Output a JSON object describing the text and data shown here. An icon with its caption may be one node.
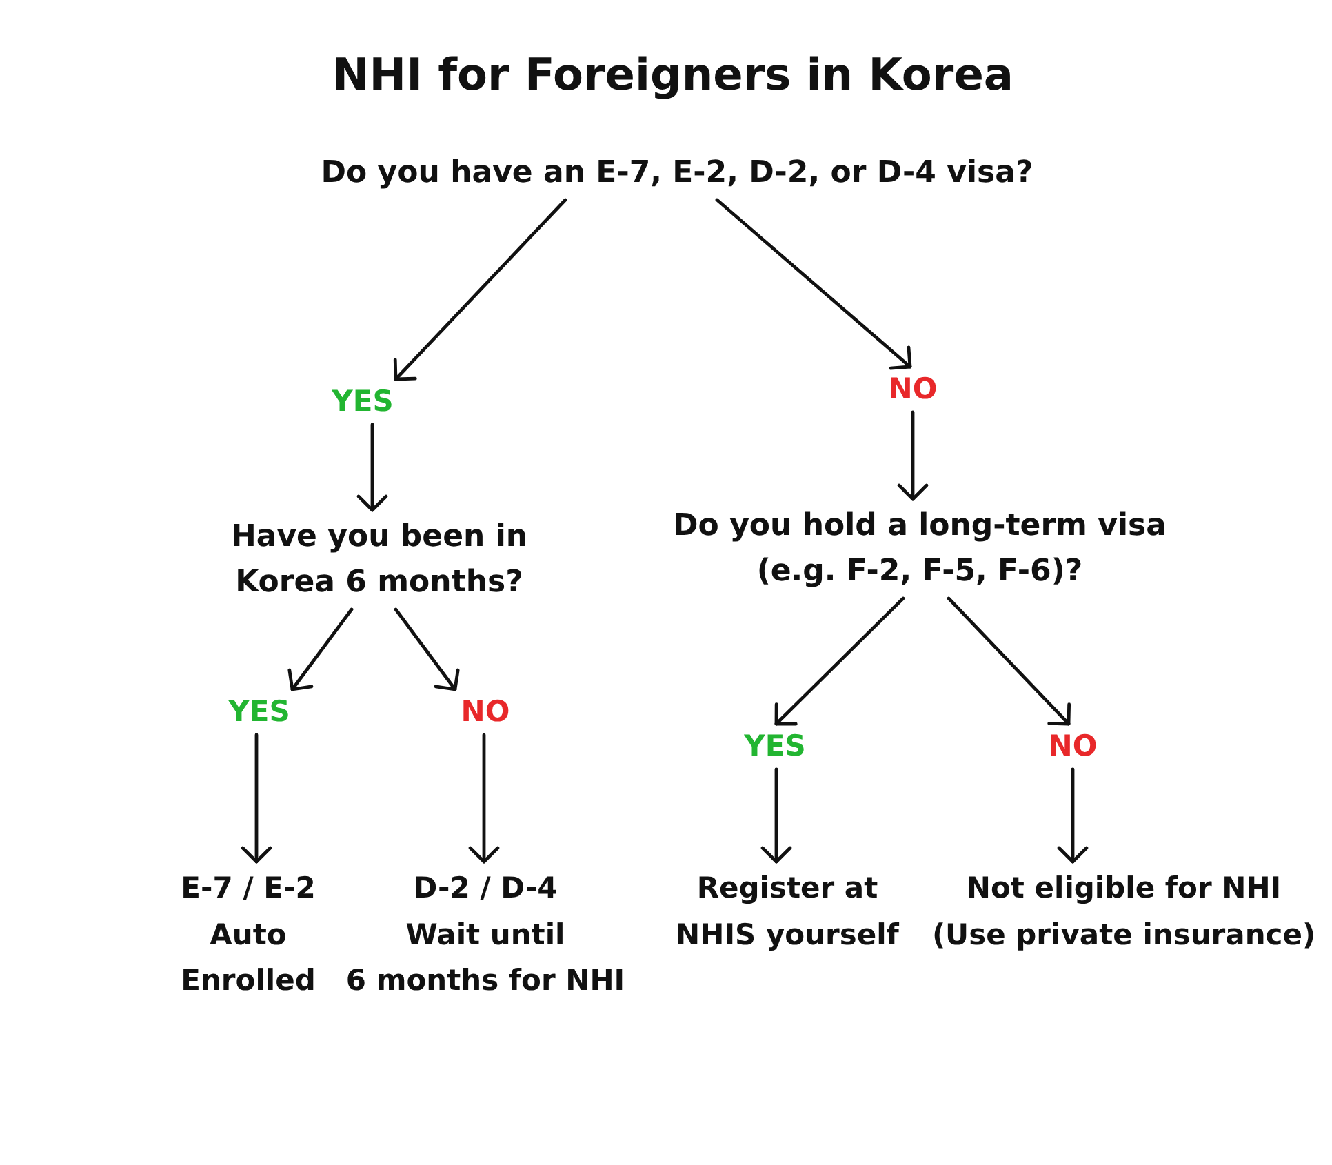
{
  "diagram": {
    "title": "NHI for Foreigners in Korea",
    "nodes": [
      {
        "text": [
          "Do you have an E-7, E-2, D-2, or D-4 visa?"
        ]
      },
      {
        "text": [
          "YES"
        ]
      },
      {
        "text": [
          "NO"
        ]
      },
      {
        "text": [
          "Have you been in Korea 6 months?"
        ]
      },
      {
        "text": [
          "Do you hold a long-term visa (e.g. F-2, F-5, F-6)?"
        ]
      },
      {
        "text": [
          "YES"
        ]
      },
      {
        "text": [
          "NO"
        ]
      },
      {
        "text": [
          "YES"
        ]
      },
      {
        "text": [
          "NO"
        ]
      },
      {
        "text": [
          "E-7 / E-2 Auto Enrolled"
        ]
      },
      {
        "text": [
          "D-2 / D-4 Wait until 6 months for NHI"
        ]
      },
      {
        "text": [
          "Register at NHIS yourself"
        ]
      },
      {
        "text": [
          "Not eligible for NHI (Use private insurance)"
        ]
      }
    ],
    "edges": [
      {
        "from": 0,
        "to": 1,
        "arrow": "to"
      },
      {
        "from": 0,
        "to": 2,
        "arrow": "to"
      },
      {
        "from": 1,
        "to": 3,
        "arrow": "to"
      },
      {
        "from": 2,
        "to": 4,
        "arrow": "to"
      },
      {
        "from": 3,
        "to": 5,
        "arrow": "to"
      },
      {
        "from": 3,
        "to": 6,
        "arrow": "to"
      },
      {
        "from": 4,
        "to": 7,
        "arrow": "to"
      },
      {
        "from": 4,
        "to": 8,
        "arrow": "to"
      },
      {
        "from": 5,
        "to": 9,
        "arrow": "to"
      },
      {
        "from": 6,
        "to": 10,
        "arrow": "to"
      },
      {
        "from": 7,
        "to": 11,
        "arrow": "to"
      },
      {
        "from": 8,
        "to": 12,
        "arrow": "to"
      }
    ]
  }
}
